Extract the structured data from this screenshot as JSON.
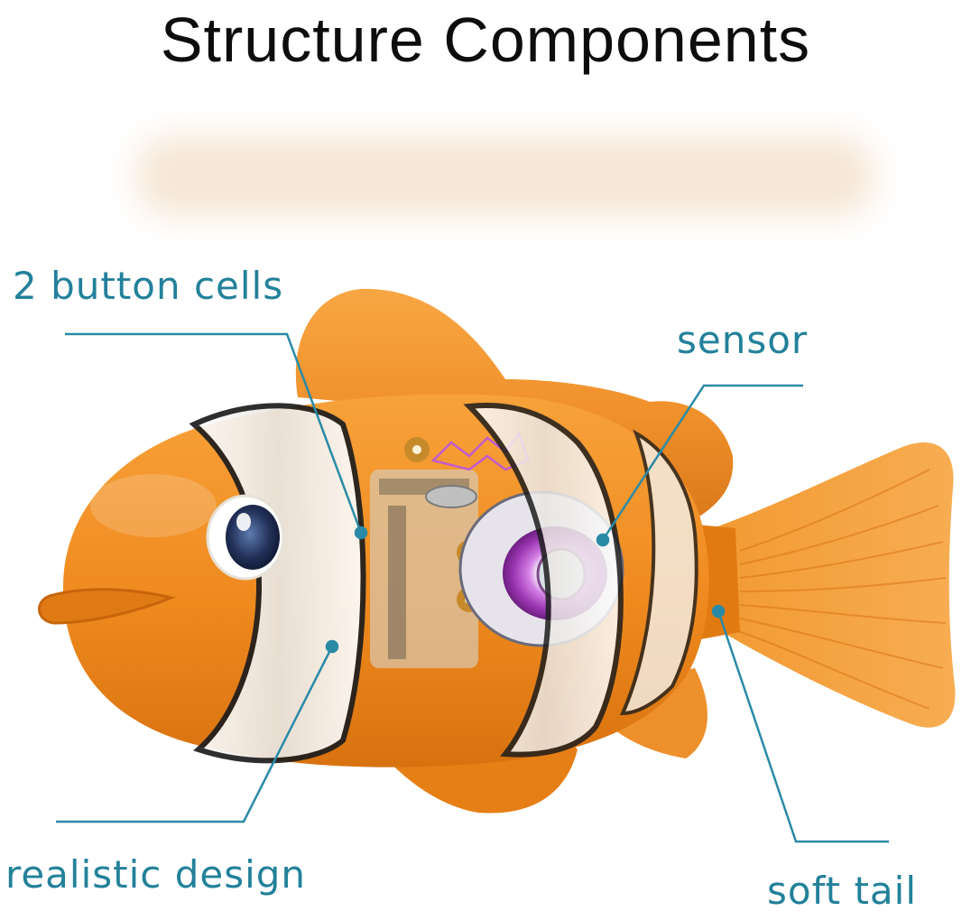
{
  "title": "Structure Components",
  "labels": {
    "button_cells": "2 button cells",
    "sensor": "sensor",
    "realistic_design": "realistic design",
    "soft_tail": "soft tail"
  },
  "colors": {
    "label_text": "#23819a",
    "leader_line": "#2a8aa6",
    "fish_body": "#f08a1c",
    "fish_shadow": "#c9650c",
    "stripe_white": "#f4f1ec",
    "stripe_black": "#1d1d1d",
    "sensor_ring": "#b050c8"
  },
  "icons": {
    "fish": "robot-clownfish-illustration",
    "sensor": "sensor-ring-icon",
    "battery": "button-cell-icon"
  }
}
